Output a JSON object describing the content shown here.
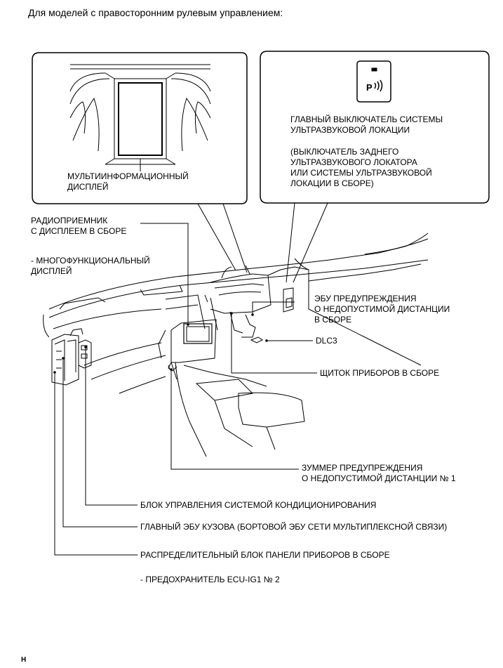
{
  "heading": "Для моделей с правосторонним рулевым управлением:",
  "corner_mark": "H",
  "callouts": {
    "multi_display": [
      "МУЛЬТИИНФОРМАЦИОННЫЙ",
      "ДИСПЛЕЙ"
    ],
    "main_switch": [
      "ГЛАВНЫЙ ВЫКЛЮЧАТЕЛЬ СИСТЕМЫ",
      "УЛЬТРАЗВУКОВОЙ ЛОКАЦИИ"
    ],
    "main_switch_note": [
      "(ВЫКЛЮЧАТЕЛЬ ЗАДНЕГО",
      "УЛЬТРАЗВУКОВОГО ЛОКАТОРА",
      "ИЛИ СИСТЕМЫ УЛЬТРАЗВУКОВОЙ",
      "ЛОКАЦИИ В СБОРЕ)"
    ],
    "radio": [
      "РАДИОПРИЕМНИК",
      "С ДИСПЛЕЕМ В СБОРЕ"
    ],
    "radio_note": [
      "- МНОГОФУНКЦИОНАЛЬНЫЙ",
      "ДИСПЛЕЙ"
    ],
    "ecu_warning": [
      "ЭБУ ПРЕДУПРЕЖДЕНИЯ",
      "О НЕДОПУСТИМОЙ ДИСТАНЦИИ",
      "В СБОРЕ"
    ],
    "dlc3": "DLC3",
    "combination_meter": "ЩИТОК ПРИБОРОВ В СБОРЕ",
    "buzzer": [
      "ЗУММЕР ПРЕДУПРЕЖДЕНИЯ",
      "О НЕДОПУСТИМОЙ ДИСТАНЦИИ № 1"
    ],
    "ac_amplifier": "БЛОК УПРАВЛЕНИЯ СИСТЕМОЙ КОНДИЦИОНИРОВАНИЯ",
    "main_body_ecu": "ГЛАВНЫЙ ЭБУ КУЗОВА (БОРТОВОЙ ЭБУ СЕТИ МУЛЬТИПЛЕКСНОЙ СВЯЗИ)",
    "junction_block": "РАСПРЕДЕЛИТЕЛЬНЫЙ БЛОК ПАНЕЛИ ПРИБОРОВ В СБОРЕ",
    "junction_note": "- ПРЕДОХРАНИТЕЛЬ ECU-IG1 № 2"
  },
  "switch_symbol": "P"
}
